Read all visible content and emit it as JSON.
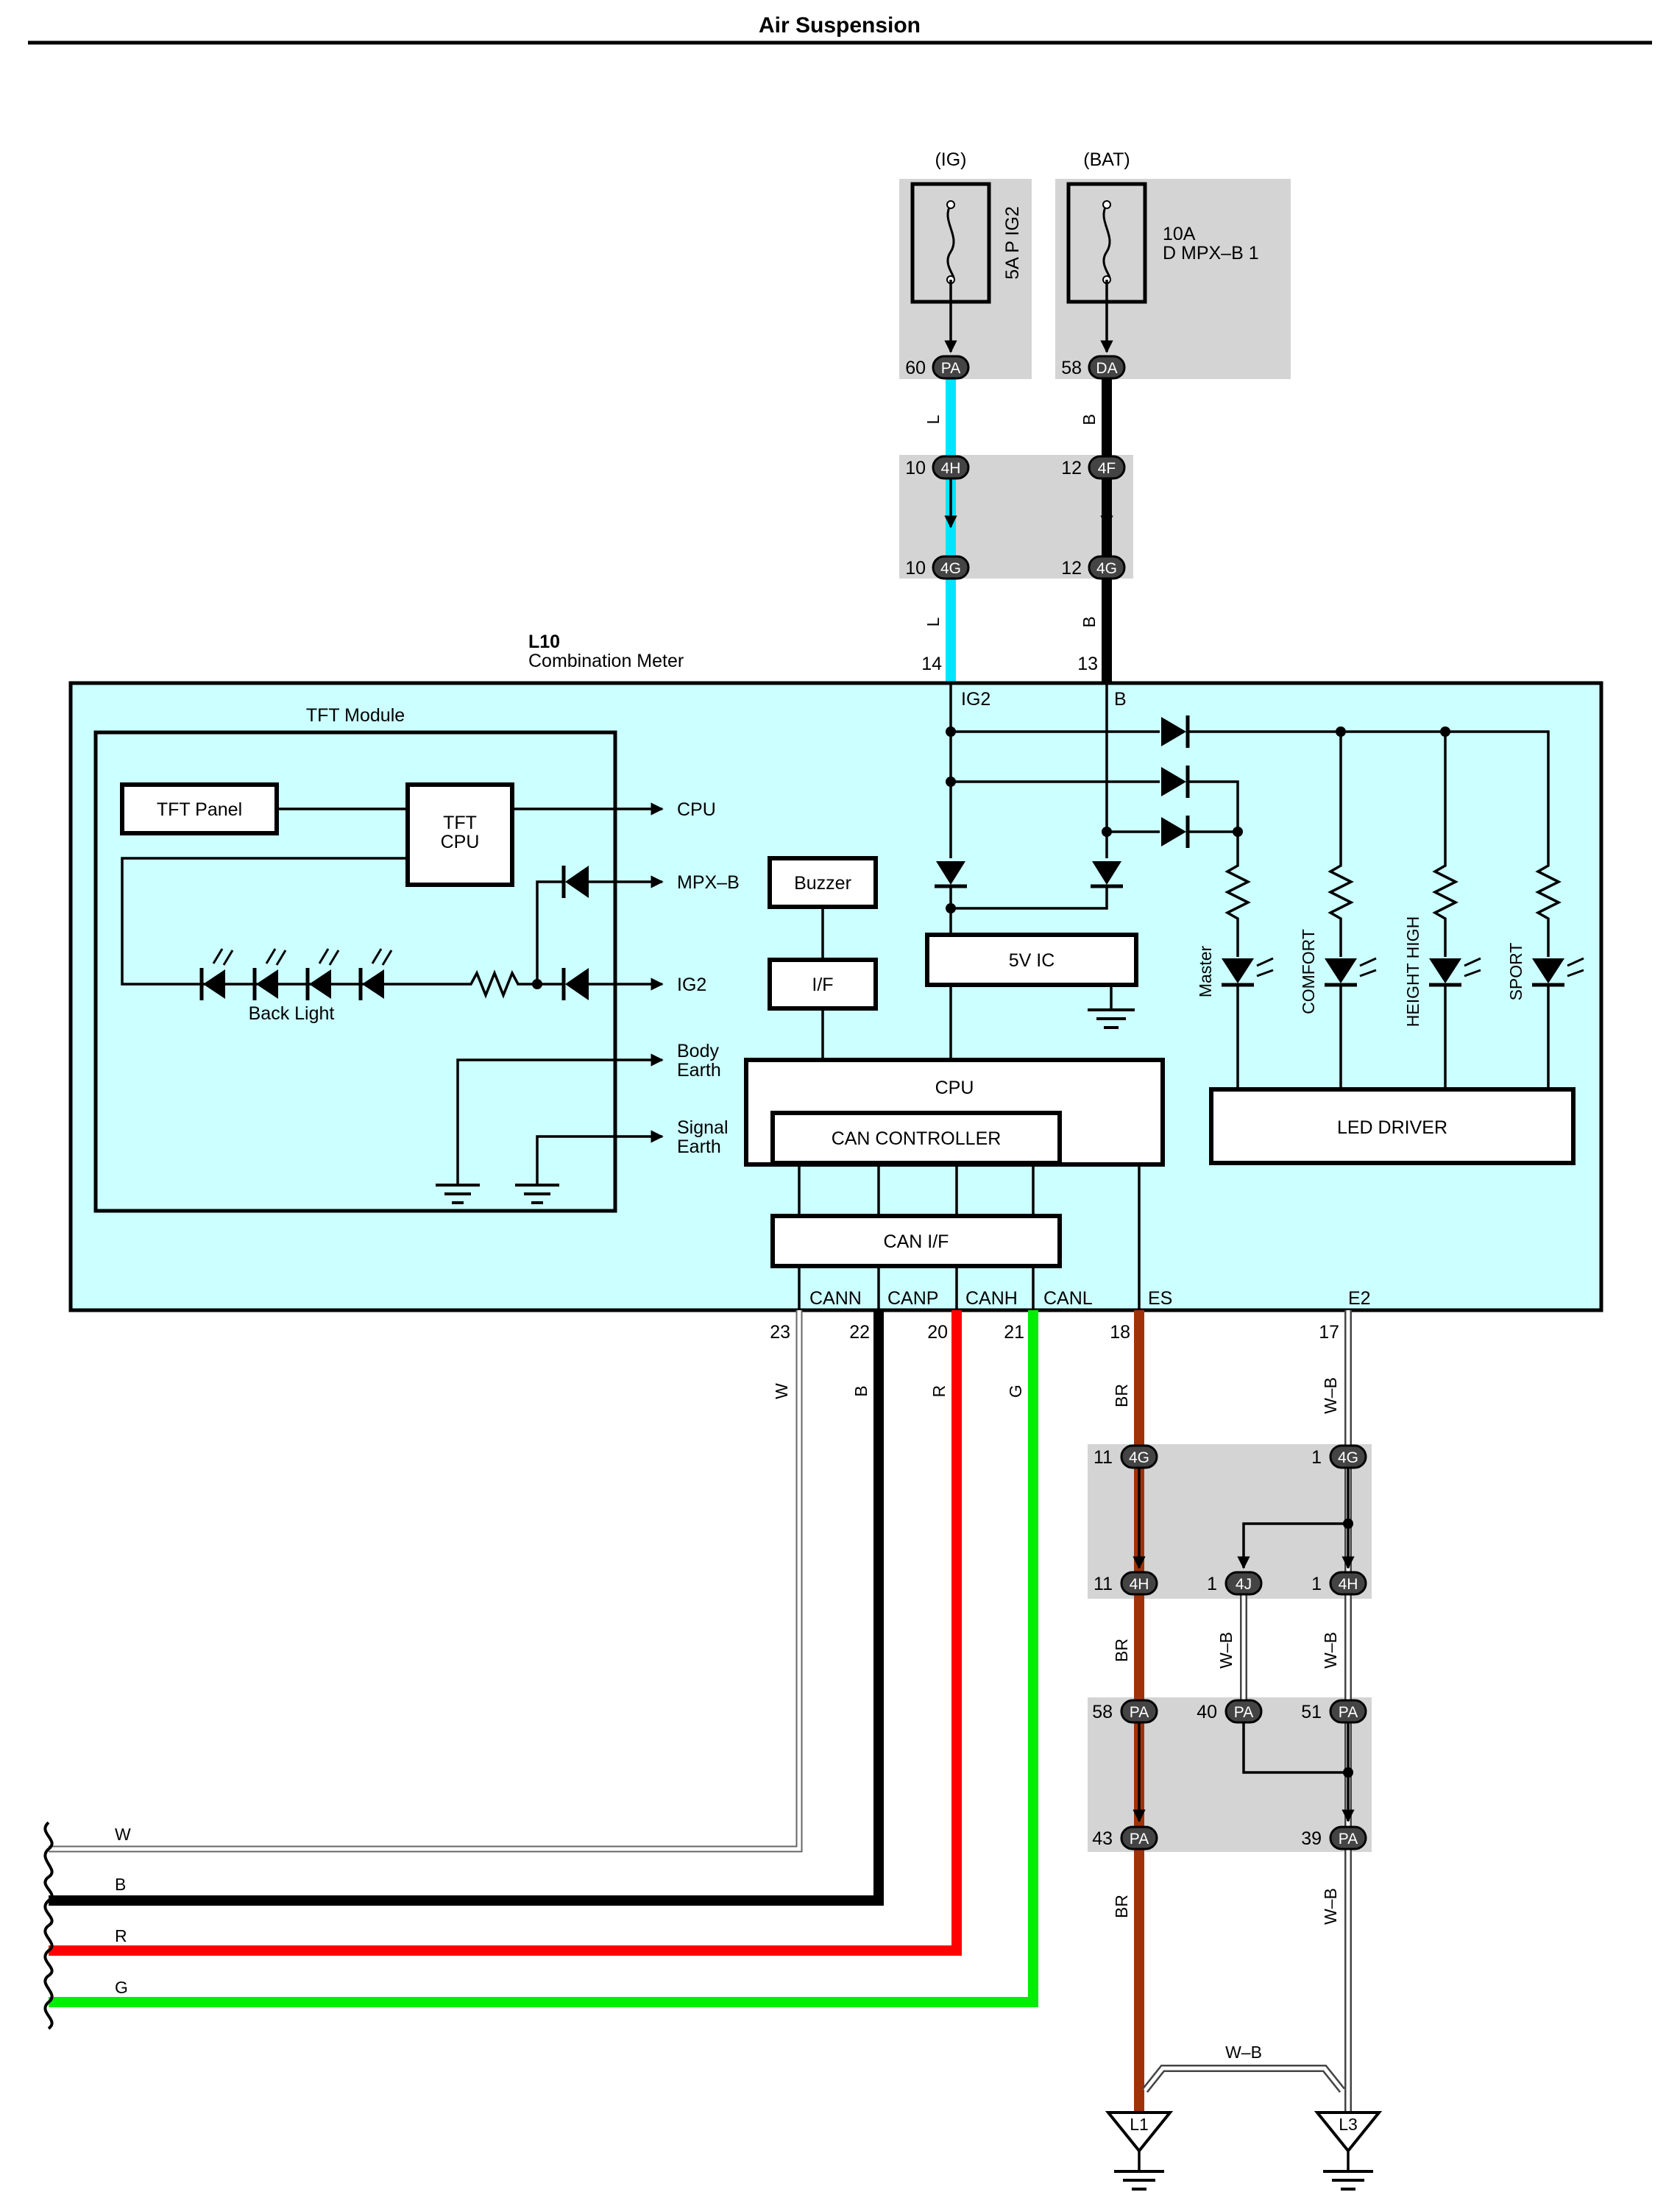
{
  "header": {
    "title": "Air Suspension"
  },
  "power": {
    "ig": "(IG)",
    "bat": "(BAT)",
    "fuse_ig": "5A P IG2",
    "fuse_bat_amp": "10A",
    "fuse_bat_name": "D MPX–B 1"
  },
  "meter": {
    "id": "L10",
    "name": "Combination Meter"
  },
  "tft": {
    "title": "TFT Module",
    "panel": "TFT Panel",
    "cpu_a": "TFT",
    "cpu_b": "CPU",
    "backlight": "Back Light",
    "out_cpu": "CPU",
    "out_mpxb": "MPX–B",
    "out_ig2": "IG2",
    "body_a": "Body",
    "body_b": "Earth",
    "sig_a": "Signal",
    "sig_b": "Earth"
  },
  "blocks": {
    "buzzer": "Buzzer",
    "if": "I/F",
    "ic5v": "5V IC",
    "cpu": "CPU",
    "can_ctrl": "CAN CONTROLLER",
    "can_if": "CAN I/F",
    "led_driver": "LED DRIVER"
  },
  "terminals": {
    "ig2": "IG2",
    "b": "B",
    "cann": "CANN",
    "canp": "CANP",
    "canh": "CANH",
    "canl": "CANL",
    "es": "ES",
    "e2": "E2"
  },
  "leds": [
    "Master",
    "COMFORT",
    "HEIGHT HIGH",
    "SPORT"
  ],
  "pins": {
    "p14": "14",
    "p13": "13",
    "p23": "23",
    "p22": "22",
    "p20": "20",
    "p21": "21",
    "p18": "18",
    "p17": "17"
  },
  "connectors": {
    "pa60": {
      "num": "60",
      "code": "PA"
    },
    "da58": {
      "num": "58",
      "code": "DA"
    },
    "h4_10": {
      "num": "10",
      "code": "4H"
    },
    "f4_12": {
      "num": "12",
      "code": "4F"
    },
    "g4_10": {
      "num": "10",
      "code": "4G"
    },
    "g4_12": {
      "num": "12",
      "code": "4G"
    },
    "g4_11": {
      "num": "11",
      "code": "4G"
    },
    "g4_1": {
      "num": "1",
      "code": "4G"
    },
    "h4_11": {
      "num": "11",
      "code": "4H"
    },
    "j4_1": {
      "num": "1",
      "code": "4J"
    },
    "h4_1": {
      "num": "1",
      "code": "4H"
    },
    "pa58": {
      "num": "58",
      "code": "PA"
    },
    "pa40": {
      "num": "40",
      "code": "PA"
    },
    "pa51": {
      "num": "51",
      "code": "PA"
    },
    "pa43": {
      "num": "43",
      "code": "PA"
    },
    "pa39": {
      "num": "39",
      "code": "PA"
    }
  },
  "wire_colors": {
    "l": "L",
    "b": "B",
    "w": "W",
    "r": "R",
    "g": "G",
    "br": "BR",
    "wb": "W–B"
  },
  "grounds": {
    "l1": "L1",
    "l3": "L3"
  },
  "colors": {
    "cyan_wire": "#00e5ff",
    "meter_fill": "#ccffff",
    "brown_wire": "#a0320a",
    "red_wire": "#ff0000",
    "green_wire": "#00ee00",
    "connector_gray": "#d4d4d4"
  }
}
